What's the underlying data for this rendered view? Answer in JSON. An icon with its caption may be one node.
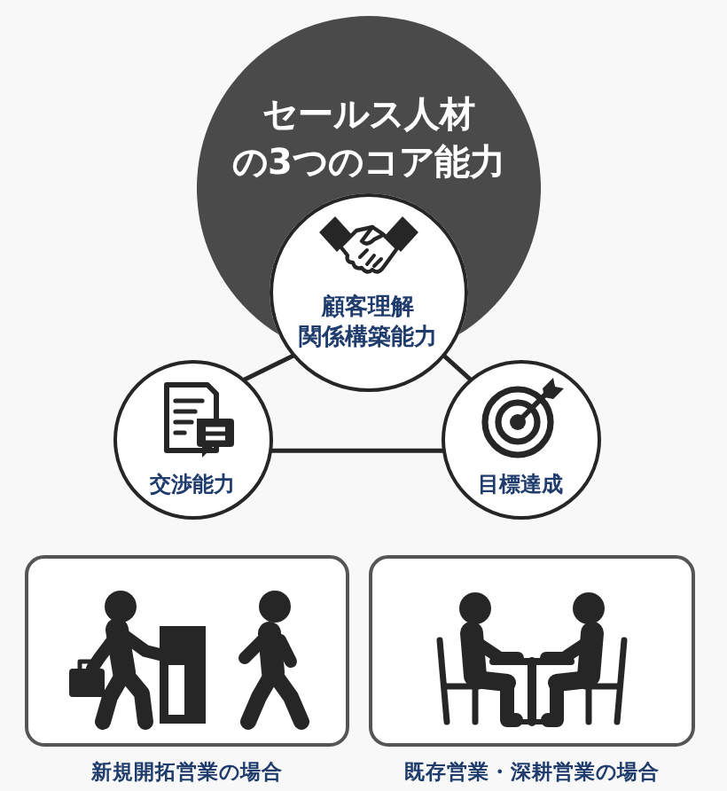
{
  "diagram": {
    "nodes": [
      {
        "text": [
          "セールス人材の**3**つのコア能力"
        ]
      },
      {
        "text": [
          "顧客理解関係構築能力"
        ]
      },
      {
        "text": [
          "交渉能力"
        ]
      },
      {
        "text": [
          "目標達成"
        ]
      },
      {
        "text": [
          "新規開拓営業の場合"
        ]
      },
      {
        "text": [
          "既存営業・深耕営業の場合"
        ]
      }
    ],
    "edges": [
      {
        "from": 1,
        "to": 2,
        "arrow": "none"
      },
      {
        "from": 1,
        "to": 3,
        "arrow": "none"
      },
      {
        "from": 2,
        "to": 3,
        "arrow": "none"
      }
    ]
  }
}
